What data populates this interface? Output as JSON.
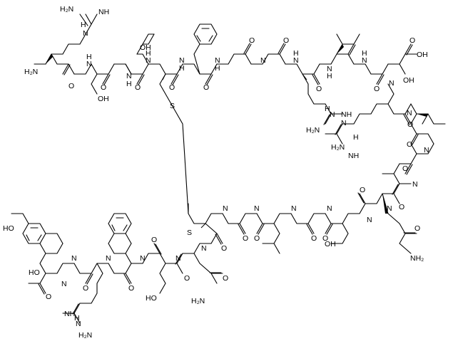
{
  "labels": {
    "nh2_guan_top": "H₂N",
    "nh_guan_top": "NH",
    "h_guan_top": "H",
    "n_guan_top": "N",
    "h2n_nterm": "H₂N",
    "n_h1": "N",
    "h1": "H",
    "oh_ser1": "OH",
    "oh_ser2": "OH",
    "n_h2": "N",
    "h2": "H",
    "n_h3": "N",
    "h3": "H",
    "n_h4": "N",
    "h4": "H",
    "n_h5": "N",
    "h5": "H",
    "n_h6": "N",
    "h6": "H",
    "n_h7": "N",
    "h7": "H",
    "n_h8": "N",
    "h8": "H",
    "s1": "S",
    "s2": "S",
    "o_a": "O",
    "o_b": "O",
    "o_c": "O",
    "o_d": "O",
    "o_e": "O",
    "o_f": "O",
    "o_g": "O",
    "o_h": "O",
    "o_i": "O",
    "asp_oh": "OH",
    "asp_o": "O",
    "h_arg2_a": "H",
    "n_arg2_a": "N",
    "nh_arg2": "NH",
    "h2n_arg2": "H₂N",
    "h_arg3_a": "H",
    "n_arg3_a": "N",
    "nh_arg3": "NH",
    "h2n_arg3": "H₂N",
    "oh_tyr": "HO",
    "cooh_tyr_oh": "OH",
    "cooh_tyr_ho": "HO",
    "h_arg4": "H",
    "n_arg4": "N",
    "nh_arg4": "NH",
    "h2n_arg4": "H₂N",
    "oh_ser3": "HO",
    "oh_ser4": "OH",
    "nh2_asn": "H₂N",
    "nh2_gln": "NH₂",
    "o_asn": "O",
    "o_gln": "O",
    "n_misc_1": "N",
    "n_misc_2": "N",
    "n_misc_3": "N",
    "n_misc_4": "N",
    "n_misc_5": "N",
    "n_misc_6": "N",
    "n_misc_7": "N",
    "n_misc_8": "N",
    "n_misc_9": "N",
    "n_misc_10": "N",
    "n_misc_11": "N",
    "n_misc_12": "N",
    "n_misc_13": "N",
    "h_misc": "H"
  }
}
